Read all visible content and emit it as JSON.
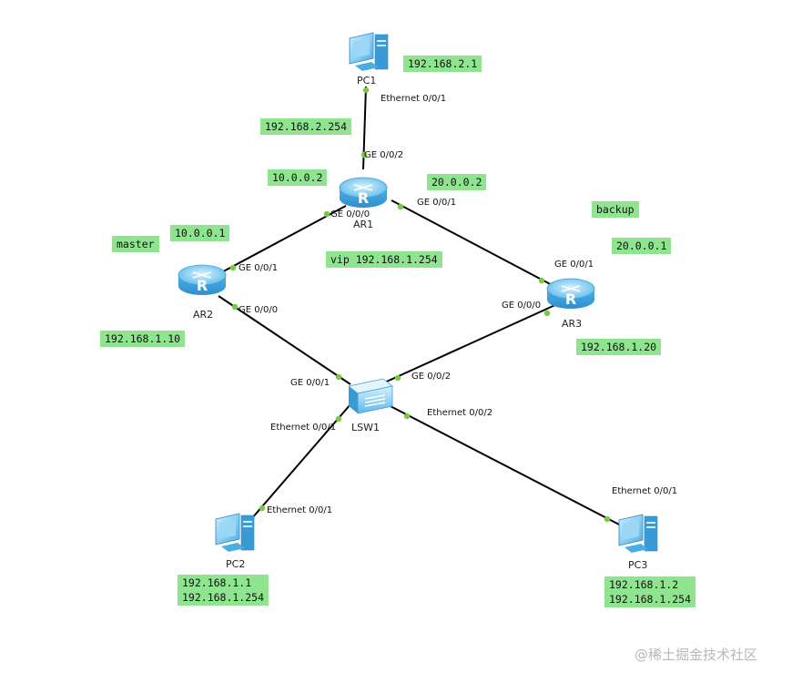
{
  "devices": {
    "pc1": "PC1",
    "pc2": "PC2",
    "pc3": "PC3",
    "ar1": "AR1",
    "ar2": "AR2",
    "ar3": "AR3",
    "lsw1": "LSW1"
  },
  "ports": {
    "pc1_eth": "Ethernet 0/0/1",
    "ar1_ge002": "GE 0/0/2",
    "ar1_ge000": "GE 0/0/0",
    "ar1_ge001": "GE 0/0/1",
    "ar2_ge001": "GE 0/0/1",
    "ar2_ge000": "GE 0/0/0",
    "ar3_ge001": "GE 0/0/1",
    "ar3_ge000": "GE 0/0/0",
    "lsw_ge001": "GE 0/0/1",
    "lsw_ge002": "GE 0/0/2",
    "lsw_eth001": "Ethernet 0/0/1",
    "lsw_eth002": "Ethernet 0/0/2",
    "pc2_eth": "Ethernet 0/0/1",
    "pc3_eth": "Ethernet 0/0/1"
  },
  "notes": {
    "pc1_ip": "192.168.2.1",
    "ar1_lan_ip": "192.168.2.254",
    "ar1_to_ar2_ip": "10.0.0.2",
    "ar1_to_ar3_ip": "20.0.0.2",
    "ar2_role": "master",
    "ar2_to_ar1_ip": "10.0.0.1",
    "vip": "vip   192.168.1.254",
    "ar3_role": "backup",
    "ar3_to_ar1_ip": "20.0.0.1",
    "ar2_lan_ip": "192.168.1.10",
    "ar3_lan_ip": "192.168.1.20",
    "pc2_ip": "192.168.1.1",
    "pc2_gw": "192.168.1.254",
    "pc3_ip": "192.168.1.2",
    "pc3_gw": "192.168.1.254"
  },
  "colors": {
    "note_bg": "#8fe48f",
    "port_dot": "#7ac943",
    "link": "#000000",
    "device_blue": "#3fa8e0"
  },
  "watermark": "@稀土掘金技术社区"
}
